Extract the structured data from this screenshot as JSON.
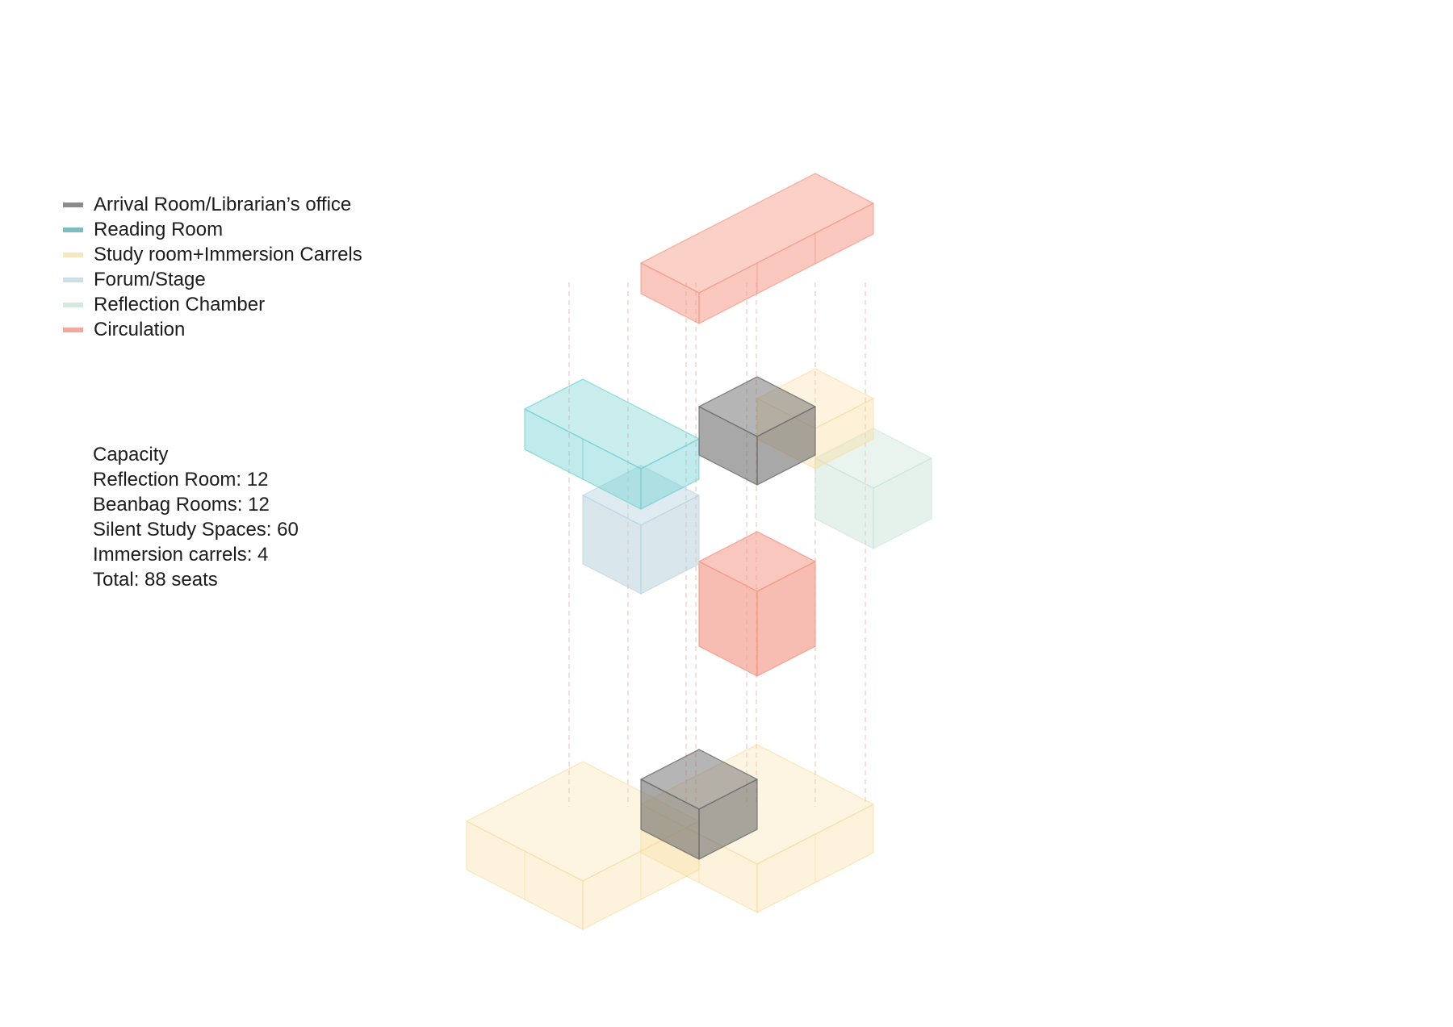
{
  "legend": {
    "items": [
      {
        "label": "Arrival Room/Librarian’s office",
        "color": "#8c8c8c"
      },
      {
        "label": "Reading Room",
        "color": "#7fbcc2"
      },
      {
        "label": "Study room+Immersion Carrels",
        "color": "#f7e7c0"
      },
      {
        "label": "Forum/Stage",
        "color": "#ccdde4"
      },
      {
        "label": "Reflection Chamber",
        "color": "#d5e9e1"
      },
      {
        "label": "Circulation",
        "color": "#efa99d"
      }
    ]
  },
  "capacity": {
    "title": "Capacity",
    "lines": [
      "Reflection Room: 12",
      "Beanbag Rooms: 12",
      "Silent Study Spaces: 60",
      "Immersion carrels: 4",
      "Total: 88 seats"
    ]
  },
  "colors": {
    "arrival": "#6e6e6e",
    "reading": "#74d0d3",
    "study": "#f9dc9e",
    "forum": "#b9d4de",
    "reflection": "#c5e2d4",
    "circulation": "#f59a88"
  }
}
